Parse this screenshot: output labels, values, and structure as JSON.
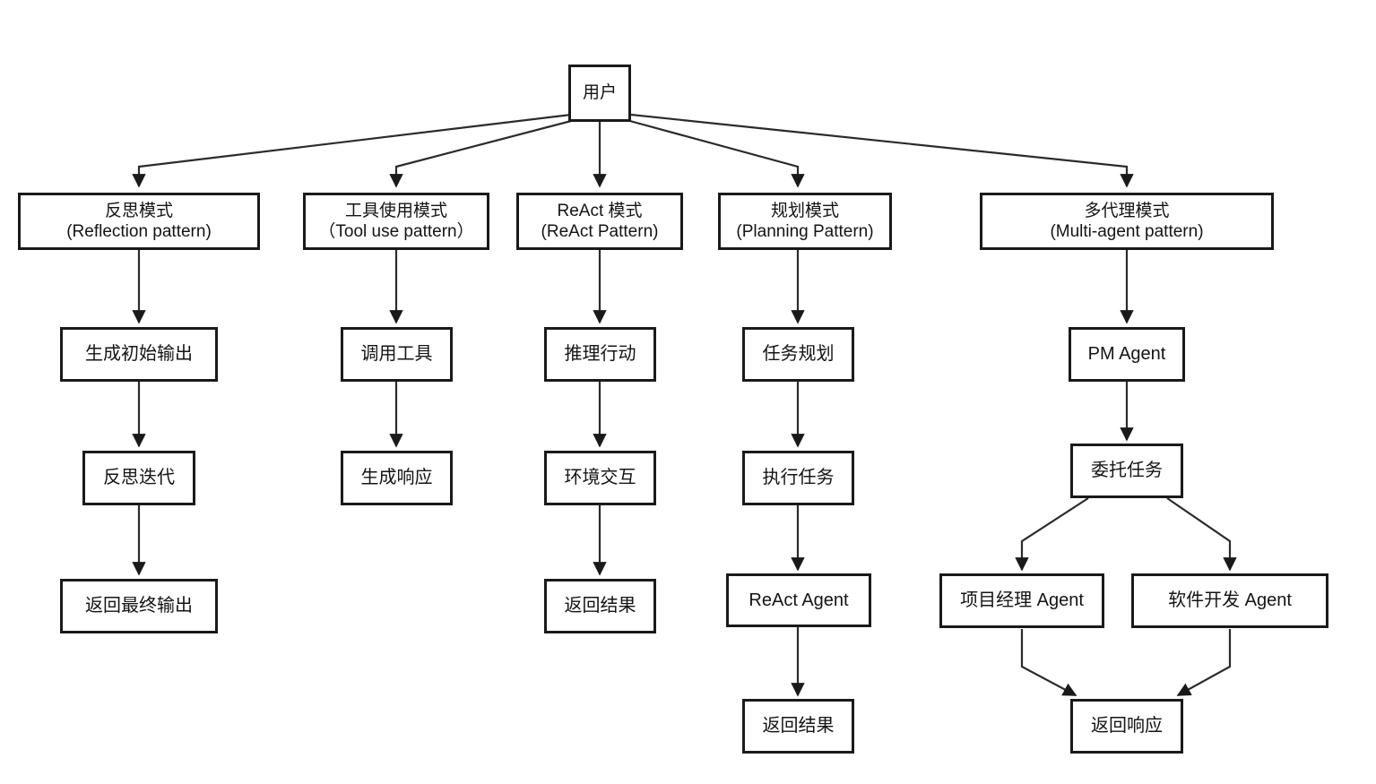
{
  "diagram": {
    "type": "flowchart",
    "title": "",
    "root": {
      "id": "user",
      "label": "用户"
    },
    "patterns": [
      {
        "id": "reflection",
        "label_cn": "反思模式",
        "label_en": "(Reflection pattern)",
        "steps": [
          "生成初始输出",
          "反思迭代",
          "返回最终输出"
        ]
      },
      {
        "id": "tool-use",
        "label_cn": "工具使用模式",
        "label_en": "（Tool use pattern）",
        "steps": [
          "调用工具",
          "生成响应"
        ]
      },
      {
        "id": "react",
        "label_cn": "ReAct 模式",
        "label_en": "(ReAct Pattern)",
        "steps": [
          "推理行动",
          "环境交互",
          "返回结果"
        ]
      },
      {
        "id": "planning",
        "label_cn": "规划模式",
        "label_en": "(Planning Pattern)",
        "steps": [
          "任务规划",
          "执行任务",
          "ReAct Agent",
          "返回结果"
        ]
      },
      {
        "id": "multi-agent",
        "label_cn": "多代理模式",
        "label_en": "(Multi-agent pattern)",
        "steps": [
          "PM Agent",
          "委托任务"
        ],
        "branches": [
          "项目经理 Agent",
          "软件开发 Agent"
        ],
        "join": "返回响应"
      }
    ],
    "colors": {
      "stroke": "#1a1a1a",
      "fill": "#ffffff",
      "text": "#141414",
      "edge": "#2b2b2b"
    }
  }
}
